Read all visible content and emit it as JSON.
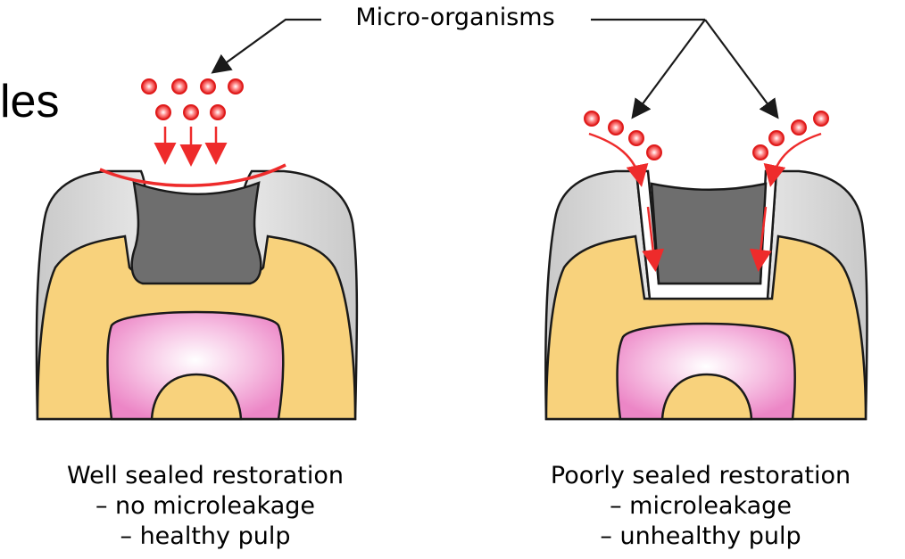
{
  "slide_title_fragment": "les",
  "callout_label": "Micro-organisms",
  "left_panel": {
    "title": "Well sealed restoration",
    "line1": "– no microleakage",
    "line2": "– healthy pulp"
  },
  "right_panel": {
    "title": "Poorly sealed restoration",
    "line1": "– microleakage",
    "line2": "– unhealthy pulp"
  },
  "colors": {
    "enamel": "#e3e3e3",
    "dentin": "#f8d27c",
    "pulp": "#ef8fcb",
    "restoration": "#6e6e6e",
    "micro_organism": "#ee2b2b",
    "outline": "#1a1a1a"
  }
}
